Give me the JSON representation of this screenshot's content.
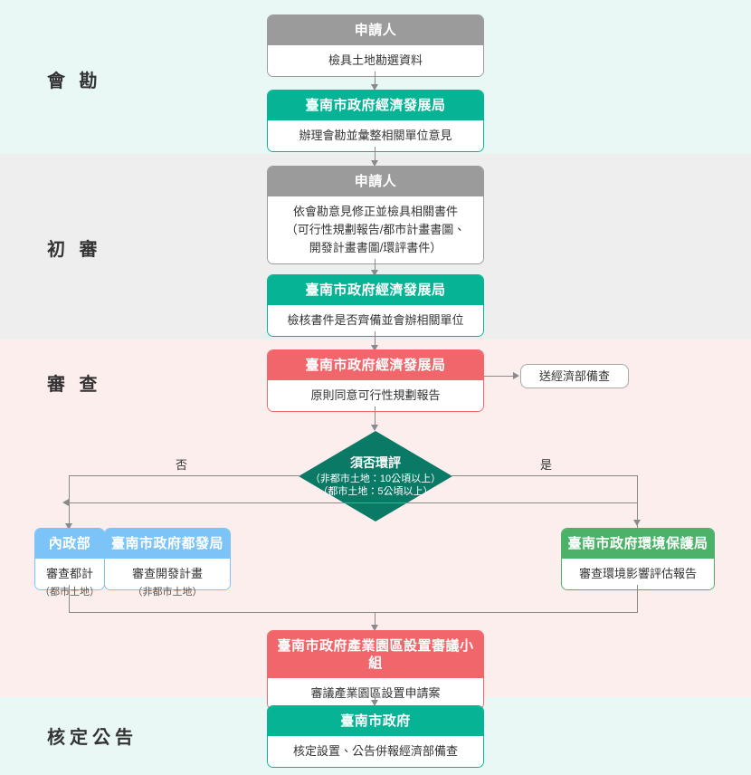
{
  "sections": [
    {
      "id": "huikan",
      "label": "會 勘"
    },
    {
      "id": "chushen",
      "label": "初 審"
    },
    {
      "id": "shencha",
      "label": "審 查"
    },
    {
      "id": "hejing",
      "label": "核定公告"
    }
  ],
  "colors": {
    "teal": "#06b394",
    "gray": "#9b9b9b",
    "red": "#f1666b",
    "blue": "#7cc4f7",
    "green": "#4cb269",
    "diamond": "#0a7a66",
    "band_mint": "#e9f8f5",
    "band_gray": "#eeeeee",
    "band_pink": "#fdeeee",
    "connector": "#8a8a8a"
  },
  "nodes": {
    "applicant_1": {
      "header": "申請人",
      "body": "檢具土地勘選資料"
    },
    "econ_bureau_1": {
      "header": "臺南市政府經濟發展局",
      "body": "辦理會勘並彙整相關單位意見"
    },
    "applicant_2": {
      "header": "申請人",
      "body": "依會勘意見修正並檢具相關書件\n（可行性規劃報告/都市計畫書圖、\n開發計畫書圖/環評書件）"
    },
    "econ_bureau_2": {
      "header": "臺南市政府經濟發展局",
      "body": "檢核書件是否齊備並會辦相關單位"
    },
    "econ_bureau_3": {
      "header": "臺南市政府經濟發展局",
      "body": "原則同意可行性規劃報告"
    },
    "moea_filing": {
      "label": "送經濟部備查"
    },
    "moi": {
      "header": "內政部",
      "body": "審查都計",
      "caption": "（都市土地）"
    },
    "urban_bureau": {
      "header": "臺南市政府都發局",
      "body": "審查開發計畫",
      "caption": "（非都市土地）"
    },
    "epb": {
      "header": "臺南市政府環境保護局",
      "body": "審查環境影響評估報告"
    },
    "review_group": {
      "header": "臺南市政府產業園區設置審議小組",
      "body": "審議產業園區設置申請案"
    },
    "city_gov": {
      "header": "臺南市政府",
      "body": "核定設置、公告併報經濟部備查"
    }
  },
  "decision": {
    "title": "須否環評",
    "sub_line1": "（非都市土地：10公頃以上）",
    "sub_line2": "（都市土地：5公頃以上）",
    "branch_no": "否",
    "branch_yes": "是"
  }
}
